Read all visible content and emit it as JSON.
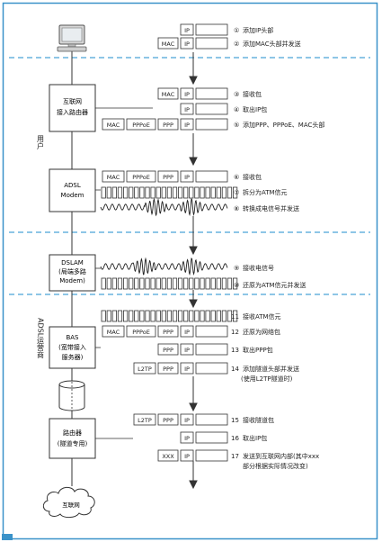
{
  "zones": {
    "user": "用户",
    "operator": "ADSL运营商"
  },
  "devices": {
    "router_line1": "互联网",
    "router_line2": "接入路由器",
    "modem_line1": "ADSL",
    "modem_line2": "Modem",
    "dslam_line1": "DSLAM",
    "dslam_line2": "(局端多路",
    "dslam_line3": "Modem)",
    "bas_line1": "BAS",
    "bas_line2": "(宽带接入",
    "bas_line3": "服务器)",
    "core_line1": "路由器",
    "core_line2": "(隧道专用)",
    "internet": "互联网"
  },
  "headers": {
    "ip": "IP",
    "mac": "MAC",
    "pppoe": "PPPoE",
    "ppp": "PPP",
    "l2tp": "L2TP",
    "xxx": "XXX"
  },
  "steps": [
    {
      "num": "①",
      "text": "添加IP头部"
    },
    {
      "num": "②",
      "text": "添加MAC头部并发送"
    },
    {
      "num": "③",
      "text": "接收包"
    },
    {
      "num": "④",
      "text": "取出IP包"
    },
    {
      "num": "⑤",
      "text": "添加PPP、PPPoE、MAC头部"
    },
    {
      "num": "⑥",
      "text": "接收包"
    },
    {
      "num": "⑦",
      "text": "拆分为ATM信元"
    },
    {
      "num": "⑧",
      "text": "转换成电信号并发送"
    },
    {
      "num": "⑨",
      "text": "接收电信号"
    },
    {
      "num": "⑩",
      "text": "还原为ATM信元并发送"
    },
    {
      "num": "11",
      "text": "接收ATM信元"
    },
    {
      "num": "12",
      "text": "还原为网络包"
    },
    {
      "num": "13",
      "text": "取出PPP包"
    },
    {
      "num": "14",
      "text": "添加隧道头部并发送"
    },
    {
      "num": "",
      "text": "(使用L2TP隧道时)"
    },
    {
      "num": "15",
      "text": "接收隧道包"
    },
    {
      "num": "16",
      "text": "取出IP包"
    },
    {
      "num": "17",
      "text": "发送到互联网内部(其中xxx"
    },
    {
      "num": "",
      "text": "部分根据实际情况改变)"
    }
  ],
  "colors": {
    "frame": "#3a92c9",
    "dashed": "#4aa3d6",
    "box_stroke": "#333333"
  }
}
